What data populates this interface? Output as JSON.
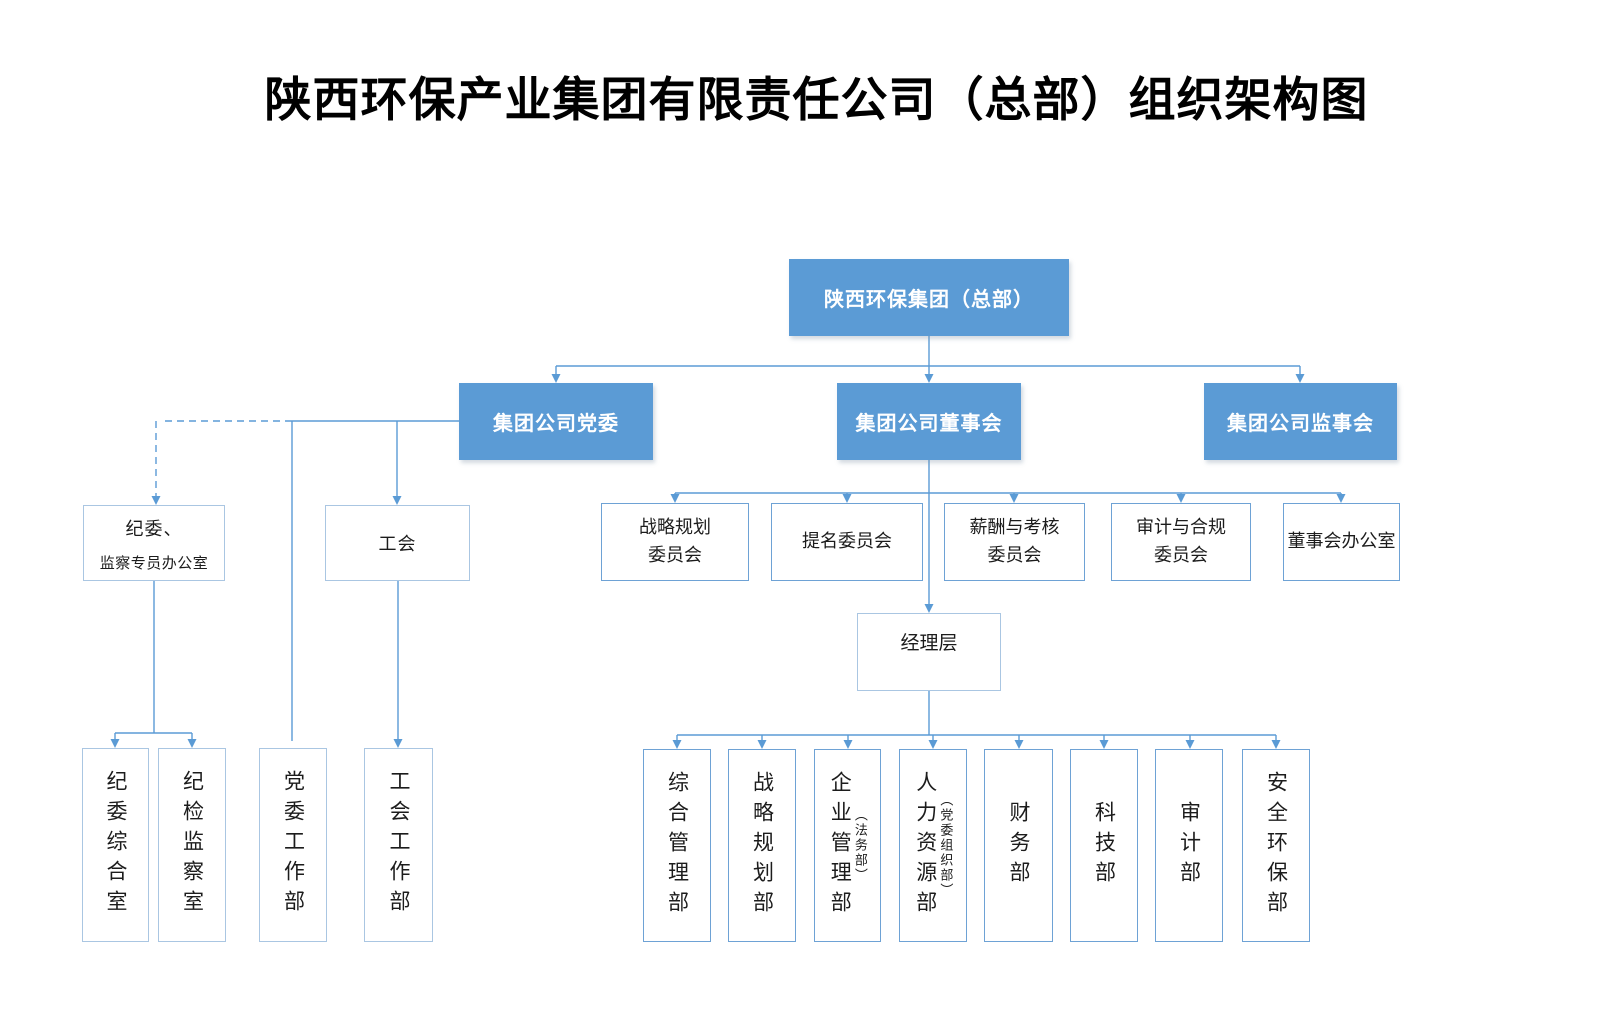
{
  "title": "陕西环保产业集团有限责任公司（总部）组织架构图",
  "colors": {
    "node_fill": "#5b9bd5",
    "node_text": "#ffffff",
    "connector_line": "#5b9bd5",
    "box_border": "#6ea2d5",
    "box_border_soft": "#aac6e2",
    "text": "#1c1c1c"
  },
  "nodes": {
    "root": "陕西环保集团（总部）",
    "party": "集团公司党委",
    "board": "集团公司董事会",
    "supervisory": "集团公司监事会",
    "discipline": {
      "line1": "纪委、",
      "line2": "监察专员办公室"
    },
    "union": "工会",
    "committee_strategy": {
      "line1": "战略规划",
      "line2": "委员会"
    },
    "committee_nomination": {
      "line1": "提名委员会"
    },
    "committee_compensation": {
      "line1": "薪酬与考核",
      "line2": "委员会"
    },
    "committee_audit": {
      "line1": "审计与合规",
      "line2": "委员会"
    },
    "board_office": {
      "line1": "董事会办公室"
    },
    "management": "经理层",
    "discipline_general_office": "纪委综合室",
    "discipline_inspection_office": "纪检监察室",
    "party_work_dept": "党委工作部",
    "union_work_dept": "工会工作部",
    "dept_general": "综合管理部",
    "dept_strategy": "战略规划部",
    "dept_enterprise": {
      "main": "企业管理部",
      "note": "（法务部）"
    },
    "dept_hr": {
      "main": "人力资源部",
      "note": "（党委组织部）"
    },
    "dept_finance": "财务部",
    "dept_tech": "科技部",
    "dept_audit": "审计部",
    "dept_safety": "安全环保部"
  }
}
